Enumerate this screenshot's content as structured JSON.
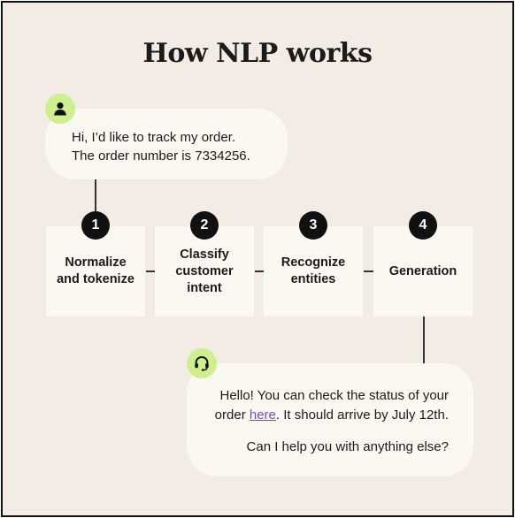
{
  "title": "How NLP works",
  "user_message": {
    "avatar_icon": "person-icon",
    "line1": "Hi, I’d like to track my order.",
    "line2": "The order number is 7334256."
  },
  "steps": [
    {
      "number": "1",
      "label": "Normalize and tokenize"
    },
    {
      "number": "2",
      "label": "Classify customer intent"
    },
    {
      "number": "3",
      "label": "Recognize entities"
    },
    {
      "number": "4",
      "label": "Generation"
    }
  ],
  "agent_message": {
    "avatar_icon": "headset-icon",
    "line1": "Hello! You can check the status of your",
    "line2_prefix": "order ",
    "link_text": "here",
    "line2_suffix": ". It should arrive by July 12th.",
    "line3": "Can I help you with anything else?"
  },
  "colors": {
    "background": "#f2ece4",
    "card": "#fbf8f1",
    "avatar": "#cdef8e",
    "badge": "#111111",
    "link": "#6f4fc9"
  }
}
